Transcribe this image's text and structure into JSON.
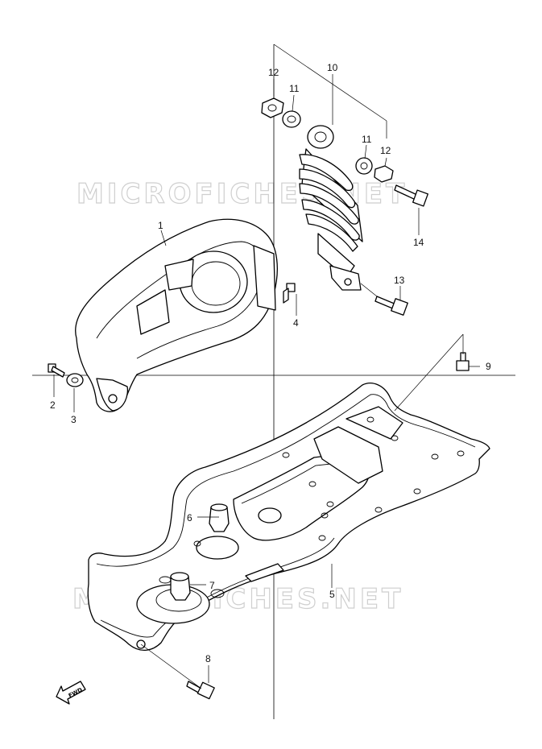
{
  "watermarks": [
    "MICROFICHES.NET",
    "MICROFICHES.NET"
  ],
  "direction_label": "FWD",
  "callouts": [
    {
      "id": "1",
      "label": "1"
    },
    {
      "id": "2",
      "label": "2"
    },
    {
      "id": "3",
      "label": "3"
    },
    {
      "id": "4",
      "label": "4"
    },
    {
      "id": "5",
      "label": "5"
    },
    {
      "id": "6",
      "label": "6"
    },
    {
      "id": "7",
      "label": "7"
    },
    {
      "id": "8",
      "label": "8"
    },
    {
      "id": "9",
      "label": "9"
    },
    {
      "id": "10",
      "label": "10"
    },
    {
      "id": "11a",
      "label": "11"
    },
    {
      "id": "11b",
      "label": "11"
    },
    {
      "id": "12a",
      "label": "12"
    },
    {
      "id": "12b",
      "label": "12"
    },
    {
      "id": "13",
      "label": "13"
    },
    {
      "id": "14",
      "label": "14"
    }
  ]
}
